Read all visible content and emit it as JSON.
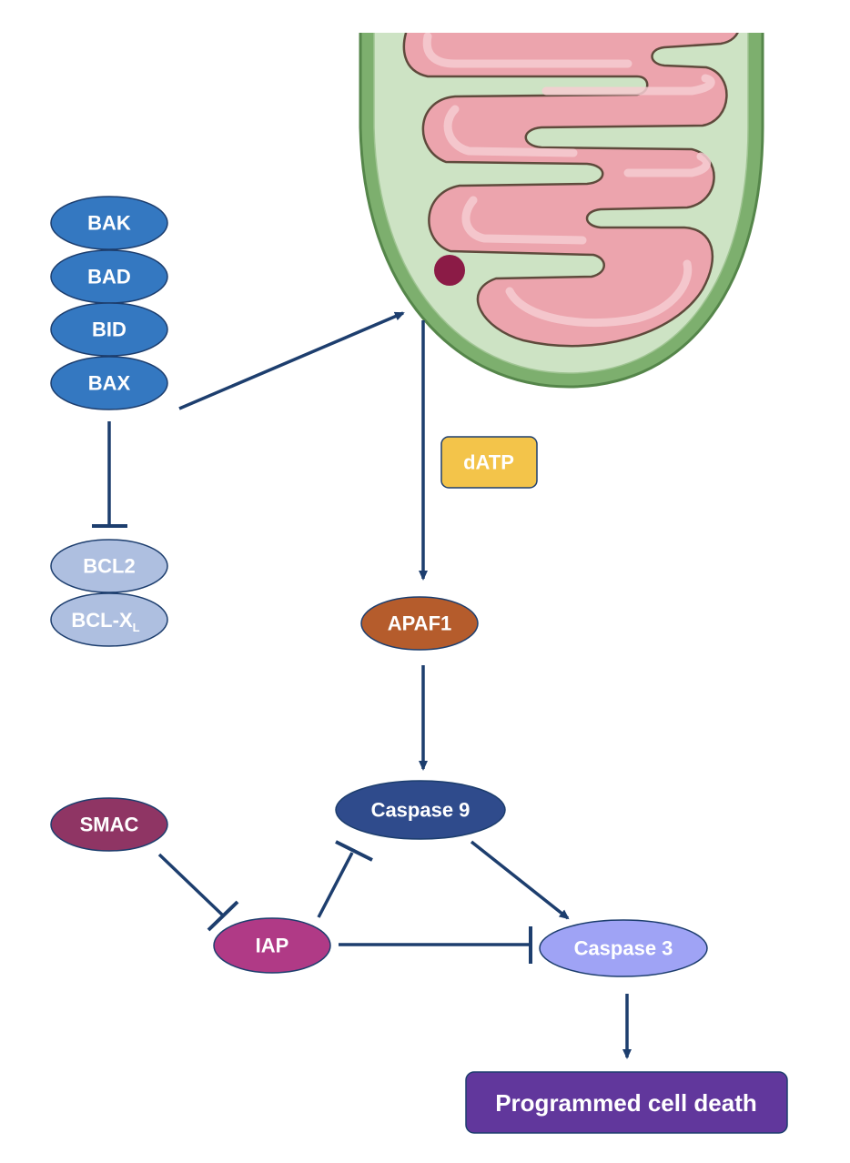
{
  "colors": {
    "arrow": "#1d3e6e",
    "pro_apoptotic": "#3478c1",
    "anti_apoptotic": "#aebfe0",
    "datp": "#f3c44a",
    "apaf1": "#b55c2c",
    "caspase9": "#2f4b8c",
    "caspase3": "#9fa3f5",
    "smac": "#8f3564",
    "iap": "#b03a86",
    "outcome": "#61379c",
    "cytochrome_c": "#8b1b46",
    "mito_outer": "#7daf6e",
    "mito_intermembrane": "#cde3c4",
    "mito_matrix": "#eca4ad"
  },
  "nodes": {
    "bak": "BAK",
    "bad": "BAD",
    "bid": "BID",
    "bax": "BAX",
    "bcl2": "BCL2",
    "bclxl": "BCL-X",
    "bclxl_sub": "L",
    "datp": "dATP",
    "apaf1": "APAF1",
    "caspase9": "Caspase 9",
    "smac": "SMAC",
    "iap": "IAP",
    "caspase3": "Caspase 3",
    "outcome": "Programmed cell death"
  }
}
